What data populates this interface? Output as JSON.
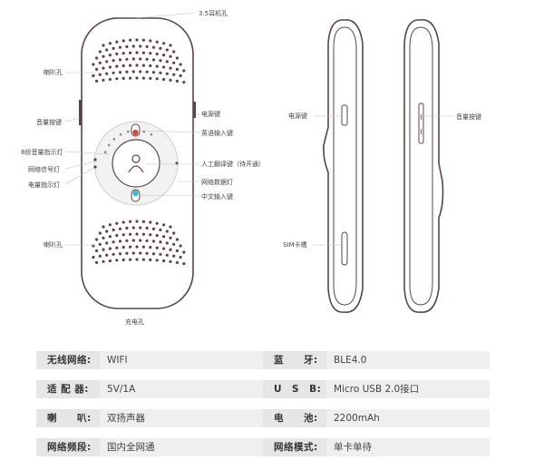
{
  "front_labels": {
    "earphone_jack": "3.5耳机孔",
    "speaker_top": "喇叭孔",
    "volume_key": "音量按键",
    "power_key": "电源键",
    "english_key": "英语输入键",
    "volume_indicator": "8段音量指示灯",
    "network_signal": "网络信号灯",
    "human_translate": "人工翻译键（待开通）",
    "battery_indicator": "电量指示灯",
    "network_data": "网络数据灯",
    "chinese_key": "中文输入键",
    "speaker_bottom": "喇叭孔",
    "charging_port": "充电孔"
  },
  "side_labels": {
    "power_key": "电源键",
    "volume_key": "音量按键",
    "sim_slot": "SIM卡槽"
  },
  "colors": {
    "english_key": "#d9473d",
    "chinese_key": "#3bb7d6",
    "outline": "#5a4546"
  },
  "specs": [
    {
      "k1": "无线网络:",
      "v1": "WIFI",
      "k2": "蓝　　牙:",
      "v2": "BLE4.0"
    },
    {
      "k1": "适 配 器:",
      "v1": "5V/1A",
      "k2": "U　S　B:",
      "v2": "Micro USB 2.0接口"
    },
    {
      "k1": "喇　　叭:",
      "v1": "双扬声器",
      "k2": "电　　池:",
      "v2": "2200mAh"
    },
    {
      "k1": "网络频段:",
      "v1": "国内全网通",
      "k2": "网络模式:",
      "v2": "单卡单待"
    }
  ]
}
